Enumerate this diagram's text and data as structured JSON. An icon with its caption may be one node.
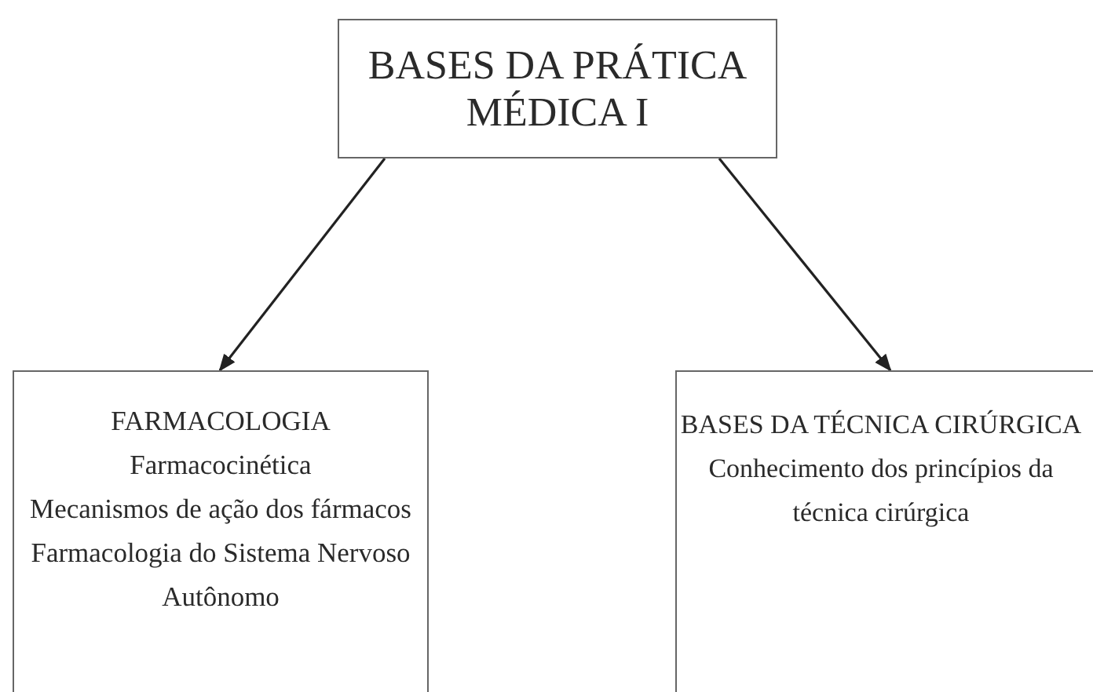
{
  "diagram": {
    "nodes": [
      {
        "text": [
          "BASES DA PRÁTICA MÉDICA I"
        ]
      },
      {
        "text": [
          "FARMACOLOGIA",
          "Farmacocinética",
          "Mecanismos de ação dos fármacos",
          "Farmacologia do Sistema Nervoso Autônomo"
        ]
      },
      {
        "text": [
          "BASES DA TÉCNICA CIRÚRGICA",
          "Conhecimento dos princípios da técnica cirúrgica"
        ]
      }
    ],
    "edges": [
      {
        "from": 0,
        "to": 1,
        "arrow": "to"
      },
      {
        "from": 0,
        "to": 2,
        "arrow": "to"
      }
    ]
  }
}
